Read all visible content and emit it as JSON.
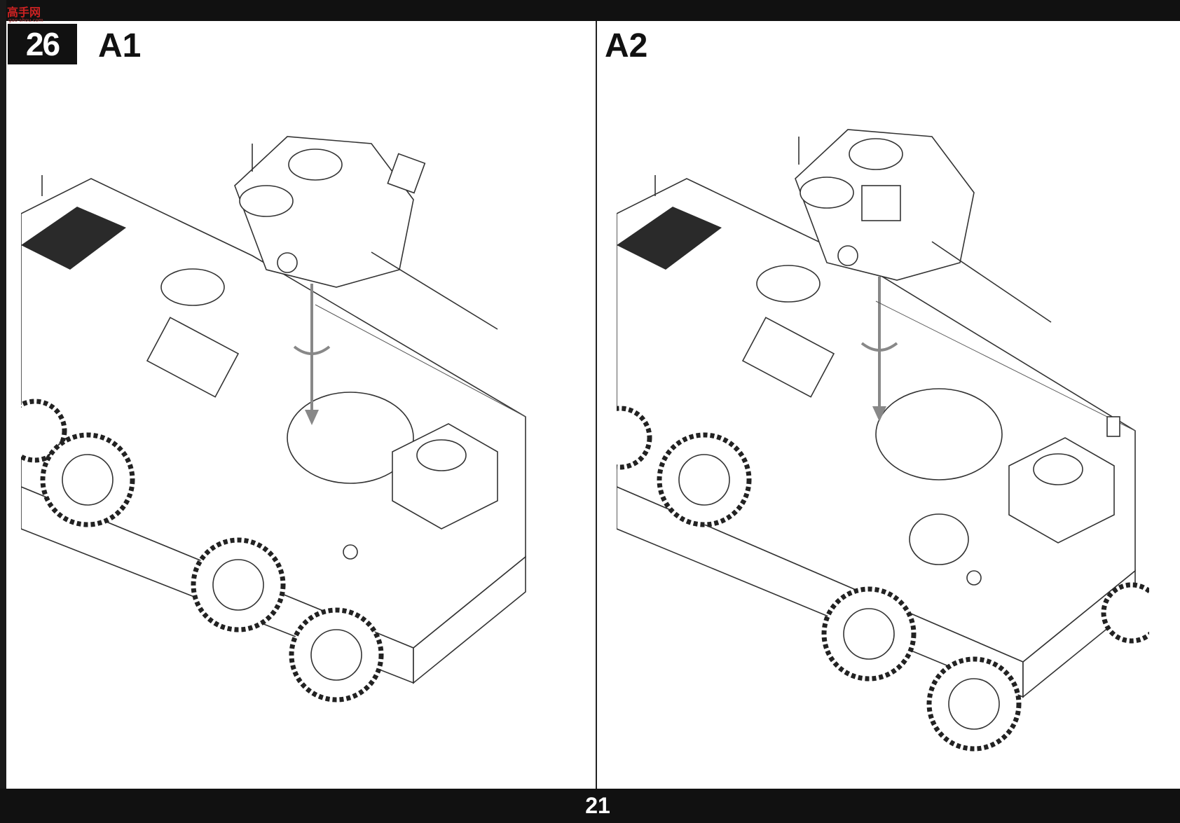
{
  "header": {
    "step_number": "26",
    "watermark_logo": "高手网",
    "watermark_sub": "gao-shou.com"
  },
  "variants": [
    {
      "label": "A1"
    },
    {
      "label": "A2"
    }
  ],
  "footer": {
    "page_number": "21"
  }
}
